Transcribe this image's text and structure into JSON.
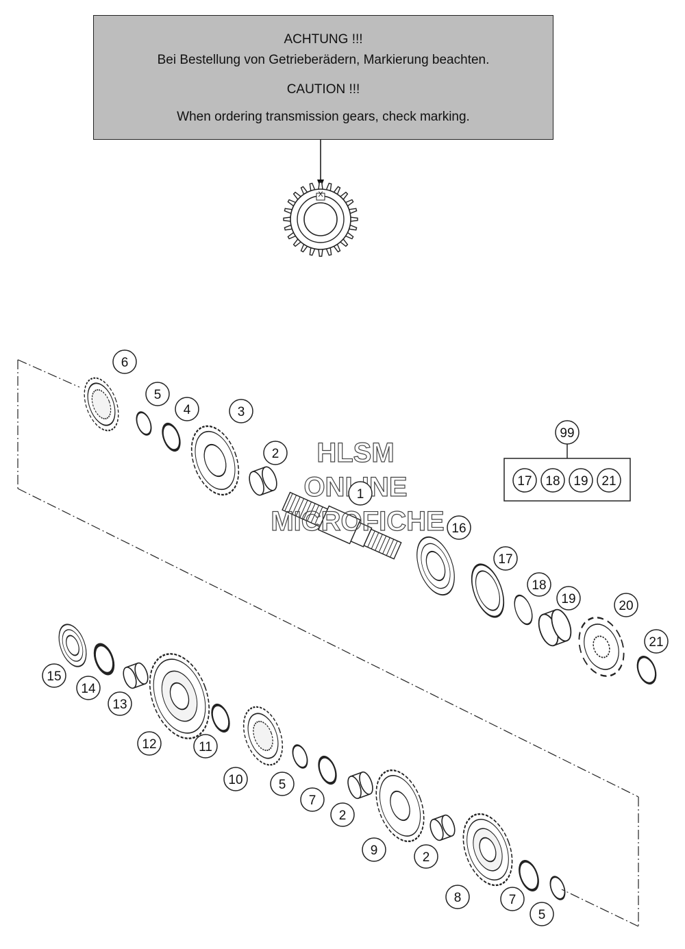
{
  "notice": {
    "line1": "ACHTUNG !!!",
    "line2": "Bei Bestellung von Getrieberädern, Markierung beachten.",
    "line3": "CAUTION !!!",
    "line4": "When ordering transmission gears, check marking."
  },
  "marking_symbol": "X",
  "kit": {
    "number": "99",
    "contents": [
      "17",
      "18",
      "19",
      "21"
    ]
  },
  "callouts": {
    "c6a": "6",
    "c5a": "5",
    "c4": "4",
    "c3": "3",
    "c2a": "2",
    "c1": "1",
    "c16": "16",
    "c17": "17",
    "c18": "18",
    "c19": "19",
    "c20": "20",
    "c21": "21",
    "c15": "15",
    "c14": "14",
    "c13": "13",
    "c12": "12",
    "c11": "11",
    "c10": "10",
    "c5b": "5",
    "c7a": "7",
    "c2b": "2",
    "c9": "9",
    "c2c": "2",
    "c8": "8",
    "c7b": "7",
    "c5c": "5"
  },
  "watermark": {
    "line1": "HLSM",
    "line2": "ONLINE",
    "line3": "MICROFICHE"
  }
}
